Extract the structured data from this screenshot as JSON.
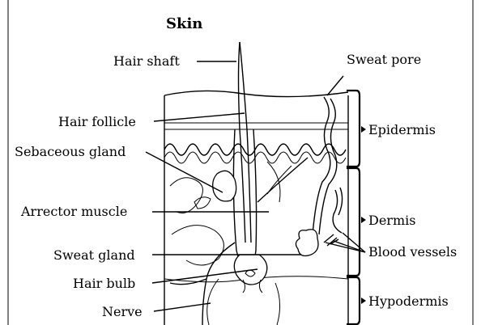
{
  "title": "Skin",
  "labels": {
    "hair_shaft": "Hair shaft",
    "hair_follicle": "Hair follicle",
    "sebaceous_gland": "Sebaceous gland",
    "arrector_muscle": "Arrector muscle",
    "sweat_gland": "Sweat gland",
    "hair_bulb": "Hair bulb",
    "nerve": "Nerve",
    "sweat_pore": "Sweat pore",
    "blood_vessels": "Blood vessels"
  },
  "layers": {
    "epidermis": "Epidermis",
    "dermis": "Dermis",
    "hypodermis": "Hypodermis"
  }
}
